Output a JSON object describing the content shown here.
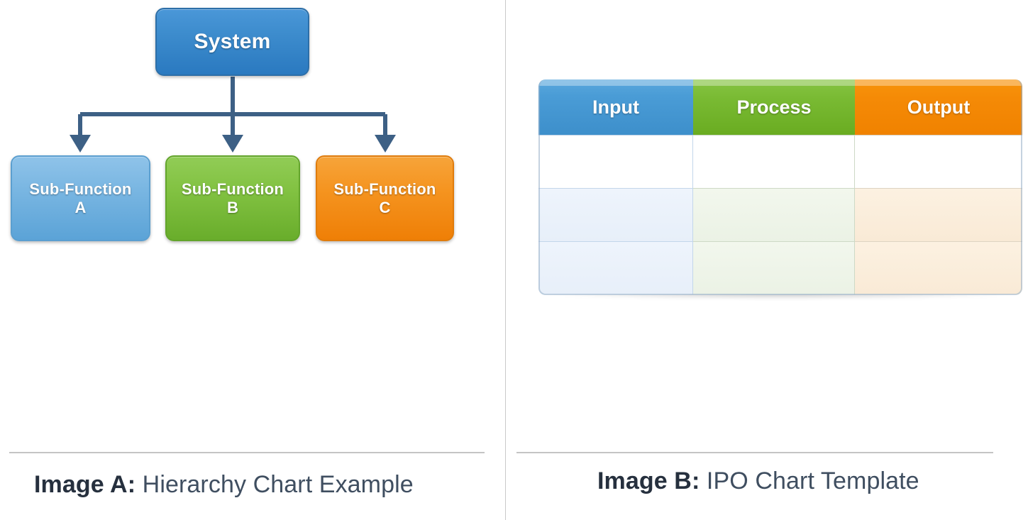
{
  "layout": {
    "panels": [
      "hierarchy-chart",
      "ipo-chart"
    ],
    "divider": "vertical-rule"
  },
  "colors": {
    "root_blue": "#3d8ccd",
    "sub_a_blue": "#79b6e2",
    "sub_b_green": "#82c242",
    "sub_c_orange": "#f59420",
    "connector": "#3d6085",
    "header_input": "#4a9cd6",
    "header_process": "#79ba33",
    "header_output": "#f58a06",
    "cell_tint_input": "#eaf1fa",
    "cell_tint_process": "#eff5ea",
    "cell_tint_output": "#fbeedc",
    "caption_key": "#26303e",
    "caption_text": "#3f4e60",
    "rule": "#c4c4c4"
  },
  "hierarchy": {
    "root": {
      "label": "System"
    },
    "children": [
      {
        "label_top": "Sub-Function",
        "label_bottom": "A",
        "color": "#79b6e2"
      },
      {
        "label_top": "Sub-Function",
        "label_bottom": "B",
        "color": "#82c242"
      },
      {
        "label_top": "Sub-Function",
        "label_bottom": "C",
        "color": "#f59420"
      }
    ],
    "connector_style": "elbow-with-arrowheads"
  },
  "ipo": {
    "columns": [
      {
        "header": "Input",
        "accent": "#4a9cd6",
        "tint": "#eaf1fa"
      },
      {
        "header": "Process",
        "accent": "#79ba33",
        "tint": "#eff5ea"
      },
      {
        "header": "Output",
        "accent": "#f58a06",
        "tint": "#fbeedc"
      }
    ],
    "rows": [
      {
        "fill": "white",
        "cells": [
          "",
          "",
          ""
        ]
      },
      {
        "fill": "tinted",
        "cells": [
          "",
          "",
          ""
        ]
      },
      {
        "fill": "tinted",
        "cells": [
          "",
          "",
          ""
        ]
      }
    ]
  },
  "captions": {
    "a": {
      "key": "Image A:",
      "text": " Hierarchy Chart Example"
    },
    "b": {
      "key": "Image B:",
      "text": " IPO Chart Template"
    }
  },
  "chart_data": {
    "type": "table",
    "title": "IPO Chart Template",
    "columns": [
      "Input",
      "Process",
      "Output"
    ],
    "rows": [
      [
        "",
        "",
        ""
      ],
      [
        "",
        "",
        ""
      ],
      [
        "",
        "",
        ""
      ]
    ],
    "notes": "Blank IPO (Input-Process-Output) template; header row colored blue/green/orange, first body row white, remaining two rows lightly tinted per column accent."
  }
}
